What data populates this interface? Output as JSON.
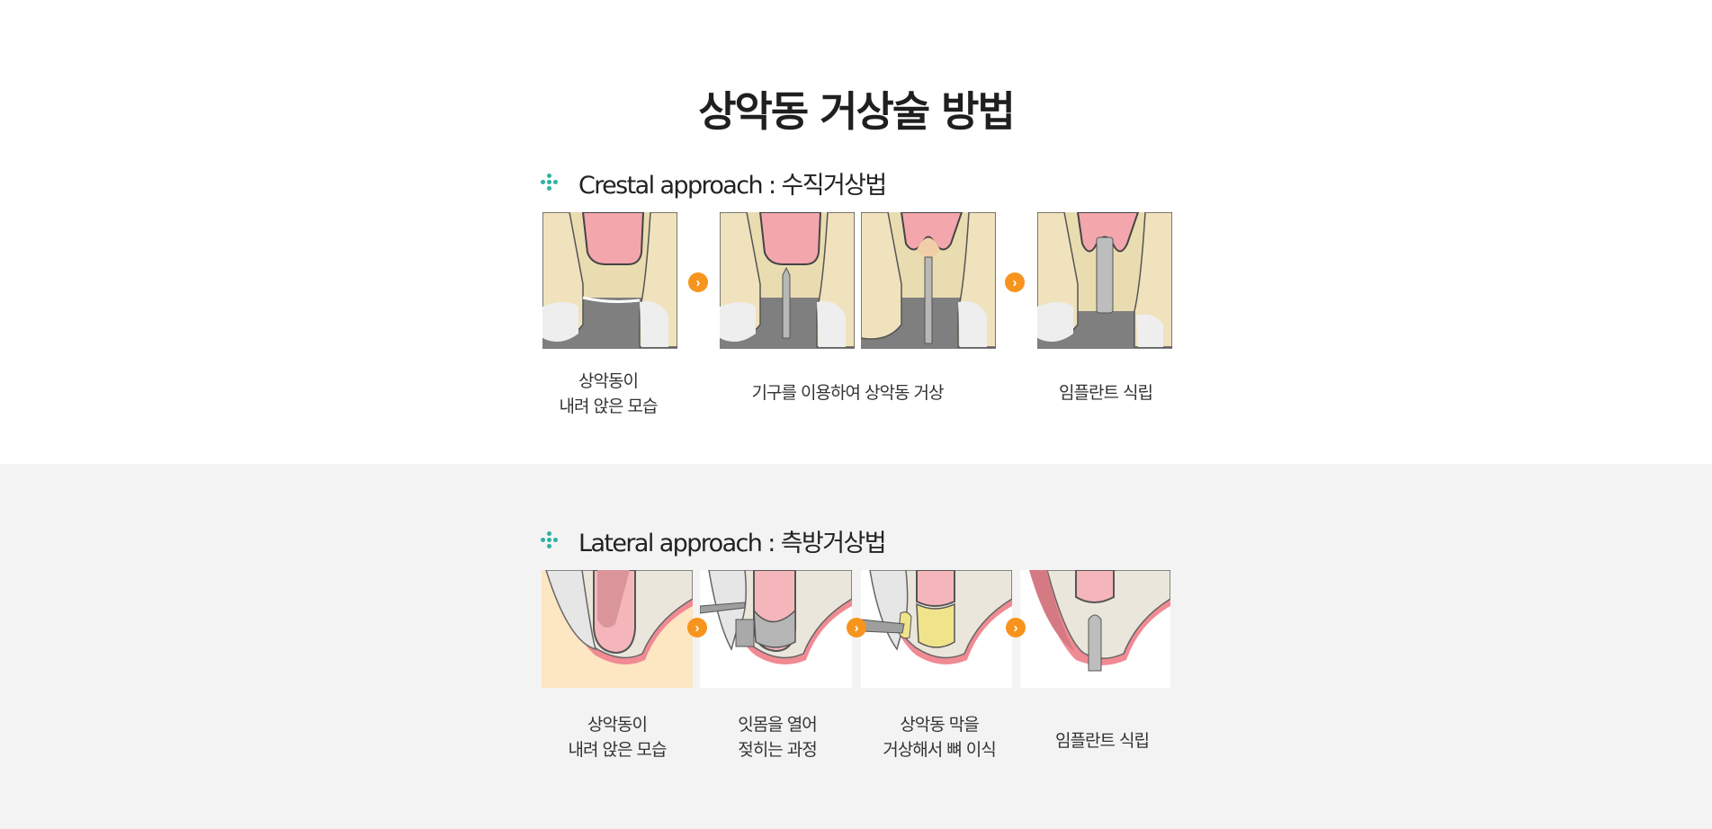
{
  "page": {
    "title": "상악동 거상술 방법",
    "colors": {
      "accent_orange": "#f7941d",
      "accent_teal": "#2bb3a3",
      "bottom_band": "#f3f3f3",
      "text": "#222222"
    }
  },
  "crestal": {
    "heading": "Crestal approach : 수직거상법",
    "icon": "four-dot-cross-icon",
    "steps": [
      {
        "image": "sinus-lowered-illustration",
        "caption_line1": "상악동이",
        "caption_line2": "내려 앉은 모습"
      },
      {
        "image": "drill-instrument-illustration",
        "caption_line1": "기구를 이용하여 상악동 거상",
        "caption_line2": ""
      },
      {
        "image": "osteotome-lift-illustration"
      },
      {
        "image": "implant-placed-illustration",
        "caption_line1": "임플란트 식립",
        "caption_line2": ""
      }
    ],
    "arrow_icon": "chevron-right-icon"
  },
  "lateral": {
    "heading": "Lateral approach : 측방거상법",
    "icon": "four-dot-cross-icon",
    "steps": [
      {
        "image": "sinus-lowered-illustration",
        "caption_line1": "상악동이",
        "caption_line2": "내려 앉은 모습"
      },
      {
        "image": "gum-opening-illustration",
        "caption_line1": "잇몸을 열어",
        "caption_line2": "젖히는 과정"
      },
      {
        "image": "bone-graft-illustration",
        "caption_line1": "상악동 막을",
        "caption_line2": "거상해서 뼈 이식"
      },
      {
        "image": "implant-placed-illustration",
        "caption_line1": "임플란트 식립",
        "caption_line2": ""
      }
    ],
    "arrow_icon": "chevron-right-icon"
  }
}
